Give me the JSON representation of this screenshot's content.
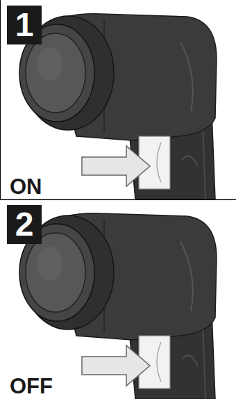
{
  "diagram": {
    "labels": [
      "1",
      "ON",
      "2",
      "OFF"
    ]
  }
}
